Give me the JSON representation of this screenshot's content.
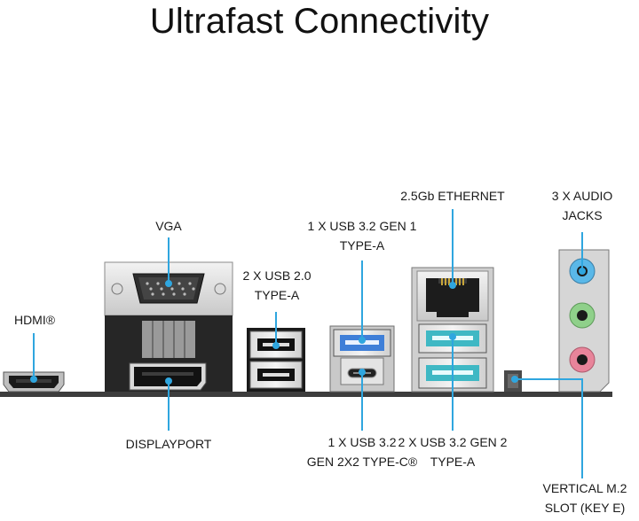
{
  "title": "Ultrafast Connectivity",
  "labels": {
    "hdmi": "HDMI®",
    "vga": "VGA",
    "displayport": "DISPLAYPORT",
    "usb20": [
      "2 X USB 2.0",
      "TYPE-A"
    ],
    "usb32gen1": [
      "1 X USB 3.2 GEN 1",
      "TYPE-A"
    ],
    "usb32gen2x2": [
      "1 X USB 3.2",
      "GEN 2X2 TYPE-C®"
    ],
    "ethernet": "2.5Gb ETHERNET",
    "usb32gen2": [
      "2 X USB 3.2 GEN 2",
      "TYPE-A"
    ],
    "audio": [
      "3 X AUDIO",
      "JACKS"
    ],
    "m2": [
      "VERTICAL M.2",
      "SLOT (KEY E)"
    ]
  },
  "colors": {
    "callout_line": "#2fa6df",
    "usb3_blue": "#3f7fd8",
    "usb_teal": "#3fb8c4",
    "audio_blue": "#5ab8e8",
    "audio_green": "#8fd08a",
    "audio_pink": "#e8849a"
  }
}
